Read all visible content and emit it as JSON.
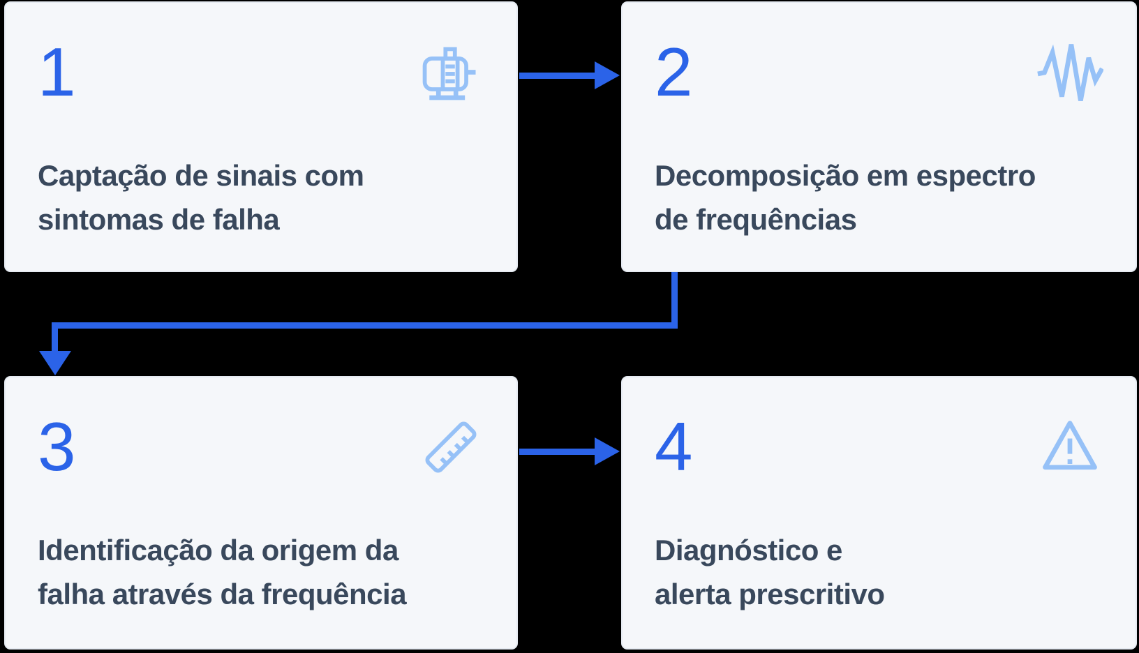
{
  "colors": {
    "page_bg": "#000000",
    "card_bg": "#f5f7fa",
    "card_border": "#e6ebf2",
    "accent_blue": "#2b63e8",
    "icon_blue": "#96c1f7",
    "text_dark": "#39485c"
  },
  "steps": [
    {
      "number": "1",
      "title": "Captação de sinais com\nsintomas de falha",
      "icon": "motor-icon"
    },
    {
      "number": "2",
      "title": "Decomposição em espectro\nde frequências",
      "icon": "waveform-icon"
    },
    {
      "number": "3",
      "title": "Identificação da origem da\nfalha através da frequência",
      "icon": "ruler-icon"
    },
    {
      "number": "4",
      "title": "Diagnóstico e\nalerta prescritivo",
      "icon": "warning-icon"
    }
  ],
  "connectors": [
    {
      "from": "1",
      "to": "2",
      "shape": "straight-right"
    },
    {
      "from": "2",
      "to": "3",
      "shape": "elbow-down-left-down"
    },
    {
      "from": "3",
      "to": "4",
      "shape": "straight-right"
    }
  ]
}
